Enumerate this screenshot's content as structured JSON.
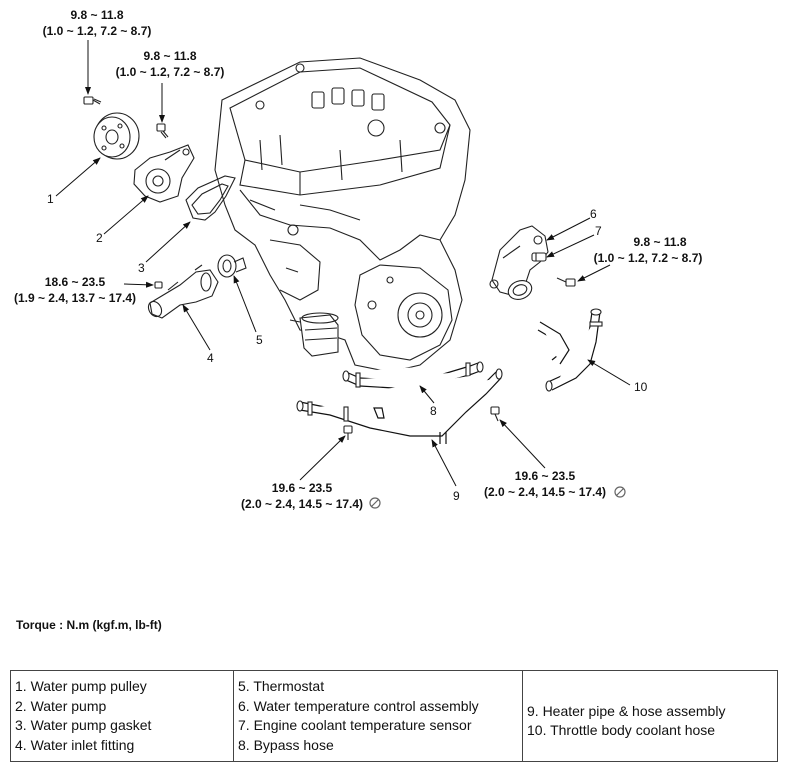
{
  "torque_specs": {
    "pulley_bolt": {
      "value": "9.8 ~ 11.8",
      "alt": "(1.0 ~ 1.2, 7.2 ~ 8.7)"
    },
    "pump_bolt": {
      "value": "9.8 ~ 11.8",
      "alt": "(1.0 ~ 1.2, 7.2 ~ 8.7)"
    },
    "inlet_bolt": {
      "value": "18.6 ~ 23.5",
      "alt": "(1.9 ~ 2.4, 13.7 ~ 17.4)"
    },
    "wtca_bolt": {
      "value": "9.8 ~ 11.8",
      "alt": "(1.0 ~ 1.2, 7.2 ~ 8.7)"
    },
    "heater_bolt_left": {
      "value": "19.6 ~ 23.5",
      "alt": "(2.0 ~ 2.4, 14.5 ~ 17.4)"
    },
    "heater_bolt_right": {
      "value": "19.6 ~ 23.5",
      "alt": "(2.0 ~ 2.4, 14.5 ~ 17.4)"
    }
  },
  "callouts": {
    "n1": "1",
    "n2": "2",
    "n3": "3",
    "n4": "4",
    "n5": "5",
    "n6": "6",
    "n7": "7",
    "n8": "8",
    "n9": "9",
    "n10": "10"
  },
  "torque_caption": "Torque : N.m (kgf.m, lb-ft)",
  "legend": {
    "col1": [
      "1. Water pump pulley",
      "2. Water pump",
      "3. Water pump gasket",
      "4. Water inlet fitting"
    ],
    "col2": [
      "5. Thermostat",
      "6. Water temperature control assembly",
      "7. Engine coolant temperature sensor",
      "8. Bypass hose"
    ],
    "col3": [
      "9. Heater pipe & hose assembly",
      "10. Throttle body coolant hose"
    ]
  },
  "icons": {
    "no_reuse": "prohibited-circle-icon"
  }
}
